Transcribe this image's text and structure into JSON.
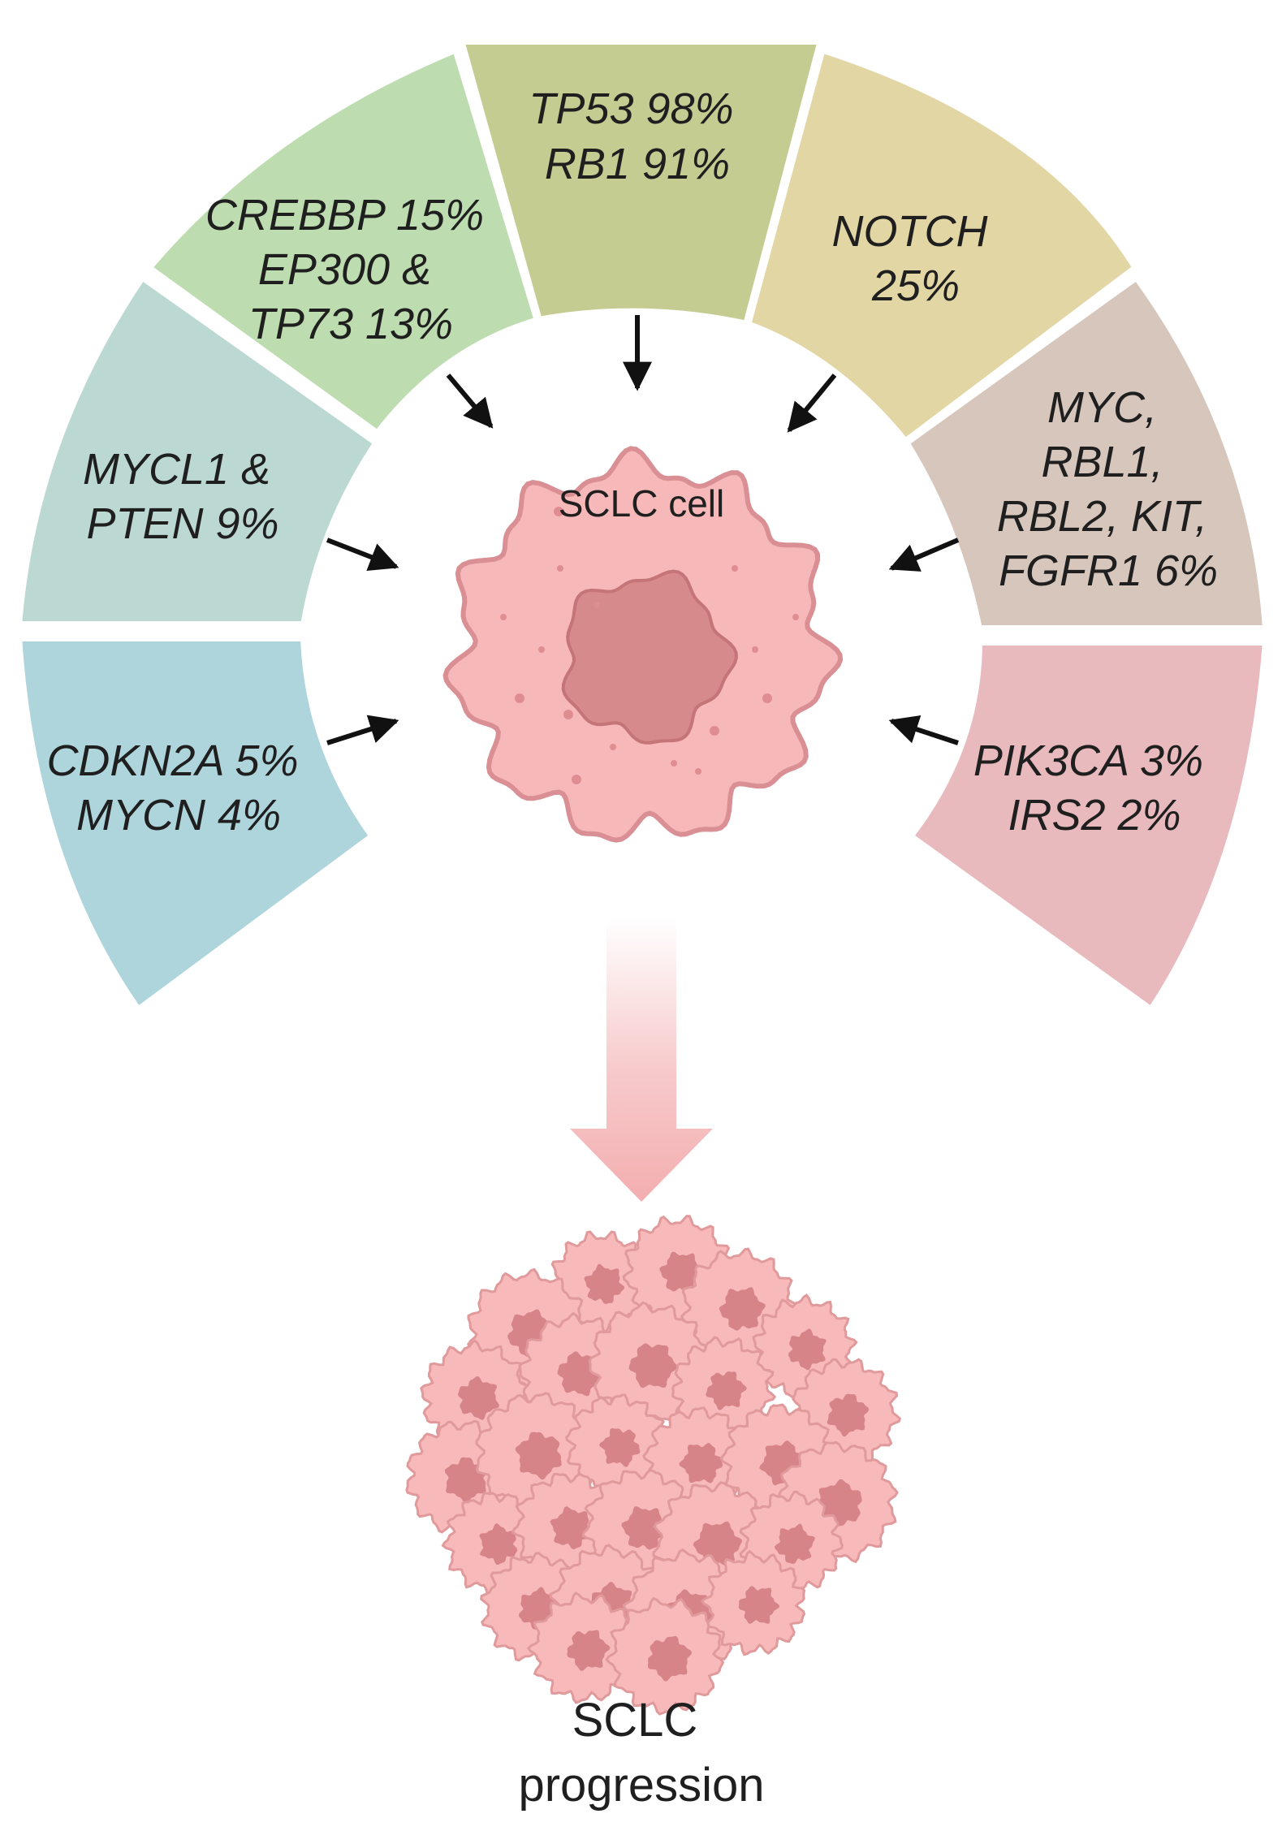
{
  "segments": [
    {
      "id": "tp53-rb1",
      "lines": [
        "TP53 98%",
        "RB1 91%"
      ],
      "color": "#c5cc92"
    },
    {
      "id": "notch",
      "lines": [
        "NOTCH",
        "25%"
      ],
      "color": "#e3d6a5"
    },
    {
      "id": "myc-group",
      "lines": [
        "MYC,",
        "RBL1,",
        "RBL2, KIT,",
        "FGFR1 6%"
      ],
      "color": "#d7c6bc"
    },
    {
      "id": "pik3ca-irs2",
      "lines": [
        "PIK3CA 3%",
        "IRS2 2%"
      ],
      "color": "#e8babd"
    },
    {
      "id": "cdkn2a-mycn",
      "lines": [
        "CDKN2A 5%",
        "MYCN 4%"
      ],
      "color": "#aed4dc"
    },
    {
      "id": "mycl1-pten",
      "lines": [
        "MYCL1 &",
        "PTEN 9%"
      ],
      "color": "#bcd8d2"
    },
    {
      "id": "crebbp-group",
      "lines": [
        "CREBBP 15%",
        "EP300 &",
        "TP73 13%"
      ],
      "color": "#bddcb0"
    }
  ],
  "cell": {
    "label": "SCLC cell",
    "fill": "#f6b8b8",
    "stroke": "#d98f93",
    "nucleus": "#d68a8c"
  },
  "progression": {
    "lines": [
      "SCLC",
      "progression"
    ],
    "arrow_color": "#f4b1b3"
  },
  "arrow_color": "#111111"
}
